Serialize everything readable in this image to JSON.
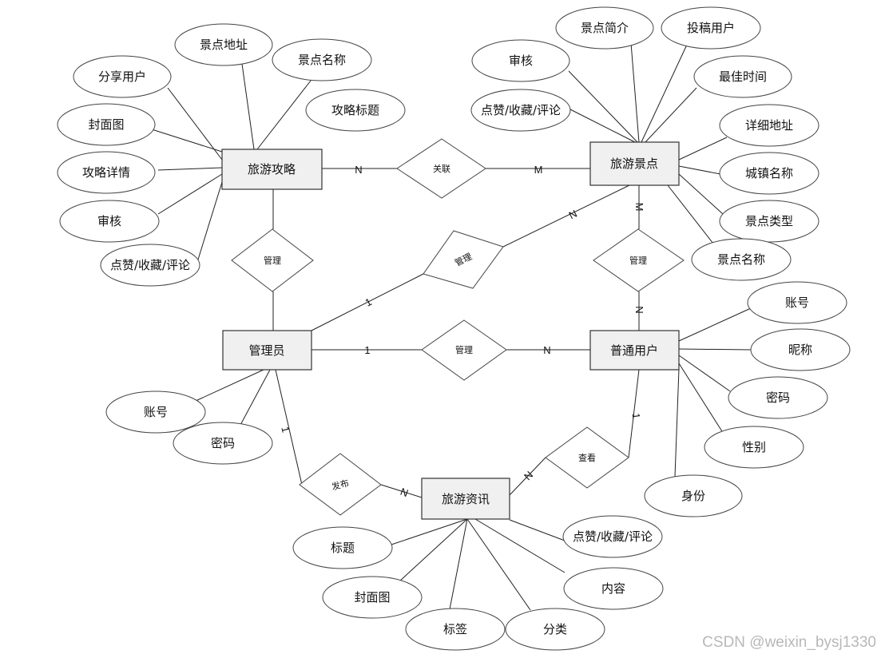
{
  "entities": {
    "guide": "旅游攻略",
    "scenic": "旅游景点",
    "admin": "管理员",
    "user": "普通用户",
    "news": "旅游资讯"
  },
  "relationships": {
    "guide_scenic": "关联",
    "admin_guide": "管理",
    "admin_scenic": "管理",
    "scenic_user": "管理",
    "admin_user": "管理",
    "admin_news": "发布",
    "user_news": "查看"
  },
  "cardinalities": {
    "guide_rel": "N",
    "rel_scenic": "M",
    "admin_rel_scenic": "1",
    "rel_scenic_admin": "N",
    "scenic_rel_user": "M",
    "rel_user_scenic": "N",
    "admin_rel_user": "1",
    "rel_user_admin": "N",
    "admin_rel_news": "1",
    "rel_news_admin": "N",
    "user_rel_news": "1",
    "rel_news_user": "N"
  },
  "attributes": {
    "guide": [
      "景点地址",
      "景点名称",
      "分享用户",
      "攻略标题",
      "封面图",
      "攻略详情",
      "审核",
      "点赞/收藏/评论"
    ],
    "scenic": [
      "景点简介",
      "投稿用户",
      "审核",
      "最佳时间",
      "点赞/收藏/评论",
      "详细地址",
      "城镇名称",
      "景点类型",
      "景点名称"
    ],
    "user": [
      "账号",
      "昵称",
      "密码",
      "性别",
      "身份"
    ],
    "admin": [
      "账号",
      "密码"
    ],
    "news": [
      "标题",
      "点赞/收藏/评论",
      "封面图",
      "内容",
      "标签",
      "分类"
    ]
  },
  "watermark": "CSDN @weixin_bysj1330"
}
